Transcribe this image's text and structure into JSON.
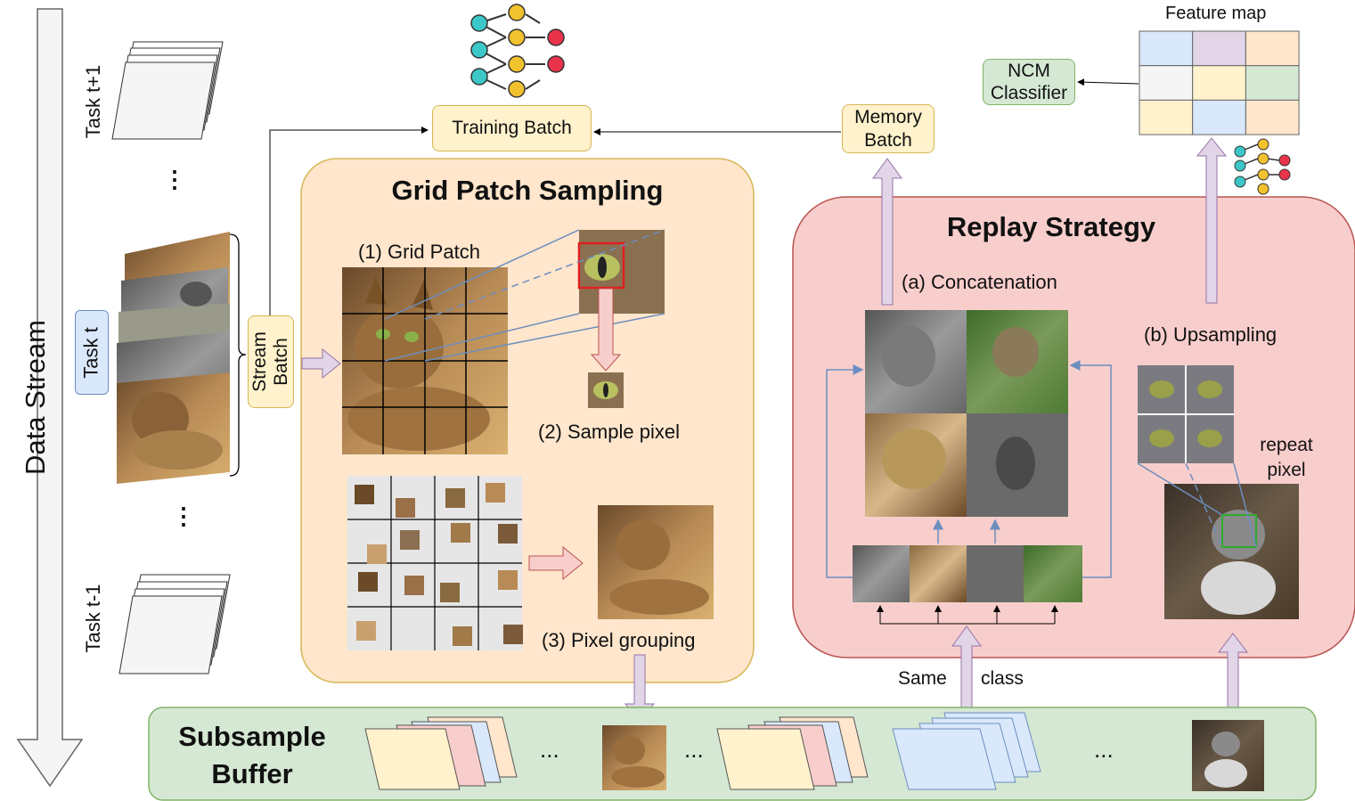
{
  "data_stream": {
    "label": "Data Stream"
  },
  "tasks": {
    "next": "Task t+1",
    "current": "Task t",
    "prev": "Task t-1",
    "ellipsis": "⋮"
  },
  "stream_batch": "Stream Batch",
  "training_batch": "Training Batch",
  "memory_batch": "Memory Batch",
  "ncm_classifier": "NCM Classifier",
  "feature_map": {
    "title": "Feature map",
    "cell_colors": [
      "#dae8fc",
      "#e1d5e7",
      "#ffe6cc",
      "#f5f5f5",
      "#fff2cc",
      "#d5e8d4",
      "#fff2cc",
      "#dae8fc",
      "#ffe6cc"
    ]
  },
  "grid_sampling": {
    "title": "Grid Patch Sampling",
    "step1": "(1)  Grid Patch",
    "step2": "(2)  Sample pixel",
    "step3": "(3)  Pixel grouping"
  },
  "replay": {
    "title": "Replay Strategy",
    "concat": "(a)  Concatenation",
    "upsampling": "(b)  Upsampling",
    "repeat_pixel": "repeat pixel",
    "same": "Same",
    "class": "class"
  },
  "buffer": {
    "title": "Subsample Buffer",
    "ellipsis": "..."
  },
  "colors": {
    "grid_panel": "#ffe6cc",
    "grid_panel_border": "#d6b656",
    "replay_panel": "#f8cecc",
    "replay_panel_border": "#b85450",
    "buffer_panel": "#d5e8d4",
    "buffer_panel_border": "#82b366",
    "label_box": "#fff2cc",
    "task_box": "#dae8fc",
    "arrow_fill": "#e1d5e7",
    "arrow_stroke": "#9673a6"
  }
}
